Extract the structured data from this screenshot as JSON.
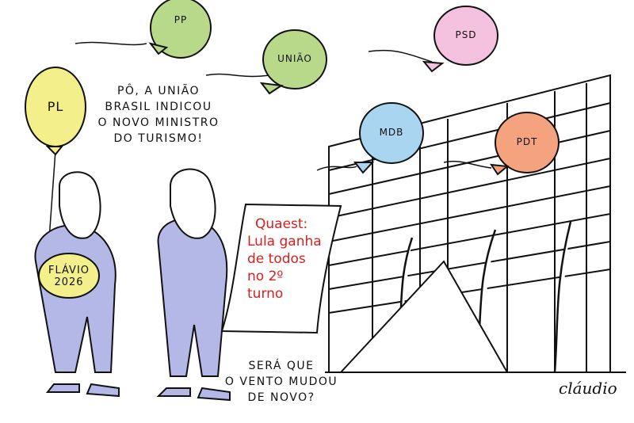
{
  "cartoon": {
    "speech_left": [
      "PÔ, A UNIÃO",
      "BRASIL INDICOU",
      "O NOVO MINISTRO",
      "DO TURISMO!"
    ],
    "speech_right": [
      "SERÁ QUE",
      "O VENTO MUDOU",
      "DE NOVO?"
    ],
    "paper_text": [
      "Quaest:",
      "Lula ganha",
      "de todos",
      "no 2º",
      "turno"
    ],
    "badge": [
      "FLÁVIO",
      "2026"
    ],
    "signature": "cláudio",
    "balloons": [
      {
        "label": "PL",
        "color": "#f3ef8a"
      },
      {
        "label": "PP",
        "color": "#b9d98a"
      },
      {
        "label": "UNIÃO",
        "color": "#b9d98a"
      },
      {
        "label": "PSD",
        "color": "#f4c2de"
      },
      {
        "label": "MDB",
        "color": "#a9d5f0"
      },
      {
        "label": "PDT",
        "color": "#f5a27f"
      }
    ],
    "colors": {
      "suit": "#b3b8e6",
      "ink": "#111111",
      "red_text": "#d81e1e",
      "badge": "#f3ef8a"
    }
  }
}
